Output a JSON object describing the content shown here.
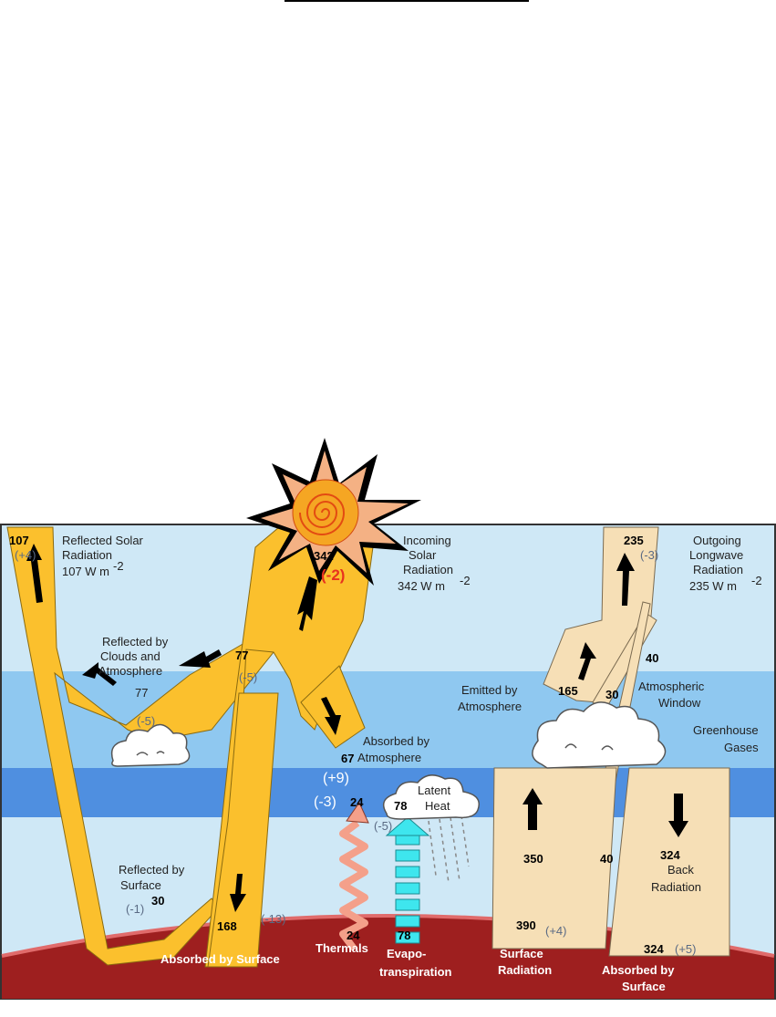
{
  "labels": {
    "reflected_solar": [
      "Reflected Solar",
      "Radiation"
    ],
    "reflected_solar_unit": "107 W m",
    "incoming_solar": [
      "Incoming",
      "Solar",
      "Radiation"
    ],
    "incoming_solar_unit": "342 W m",
    "outgoing_longwave": [
      "Outgoing",
      "Longwave",
      "Radiation"
    ],
    "outgoing_longwave_unit": "235 W m",
    "unit_exponent": "-2",
    "reflected_clouds": [
      "Reflected by",
      "Clouds and",
      "Atmosphere"
    ],
    "absorbed_atmosphere": [
      "Absorbed by",
      "Atmosphere"
    ],
    "emitted_atmosphere": [
      "Emitted by",
      "Atmosphere"
    ],
    "atmospheric_window": [
      "Atmospheric",
      "Window"
    ],
    "greenhouse_gases": [
      "Greenhouse",
      "Gases"
    ],
    "latent_heat": [
      "Latent",
      "Heat"
    ],
    "reflected_surface": [
      "Reflected by",
      "Surface"
    ],
    "back_radiation": [
      "Back",
      "Radiation"
    ],
    "absorbed_surface_left": "Absorbed by Surface",
    "thermals": "Thermals",
    "evapotranspiration": [
      "Evapo-",
      "transpiration"
    ],
    "surface_radiation": [
      "Surface",
      "Radiation"
    ],
    "absorbed_surface_right": [
      "Absorbed by",
      "Surface"
    ]
  },
  "values": {
    "reflected_total": "107",
    "reflected_total_change": "(+4)",
    "incoming": "342",
    "incoming_change": "(-2)",
    "outgoing": "235",
    "outgoing_change": "(-3)",
    "clouds_reflect": "77",
    "clouds_reflect_change": "(-5)",
    "clouds_reflect_label_value": "77",
    "cloud_change": "(-5)",
    "absorbed_atm": "67",
    "absorbed_atm_change": "(+9)",
    "thermals_atm_change": "(-3)",
    "thermals_atm": "24",
    "latent_atm": "78",
    "latent_change": "(-5)",
    "emitted_atm": "165",
    "emitted_clouds": "30",
    "window": "40",
    "window_low": "40",
    "surface_up": "350",
    "back_rad": "324",
    "surface_reflect": "30",
    "surface_reflect_change": "(-1)",
    "absorbed_surface": "168",
    "absorbed_surface_change": "(-13)",
    "thermals_ground": "24",
    "evap_ground": "78",
    "surface_rad_ground": "390",
    "surface_rad_change": "(+4)",
    "back_ground": "324",
    "back_ground_change": "(+5)"
  },
  "colors": {
    "sky": "#cfe8f6",
    "atmosphere_band": "#8fc8f0",
    "greenhouse_band": "#4f8fe0",
    "solar": "#fbc02d",
    "longwave": "#f6dfb6",
    "ground": "#9e1f1f",
    "thermals": "#f4a08a",
    "evap": "#3ee6ee"
  }
}
